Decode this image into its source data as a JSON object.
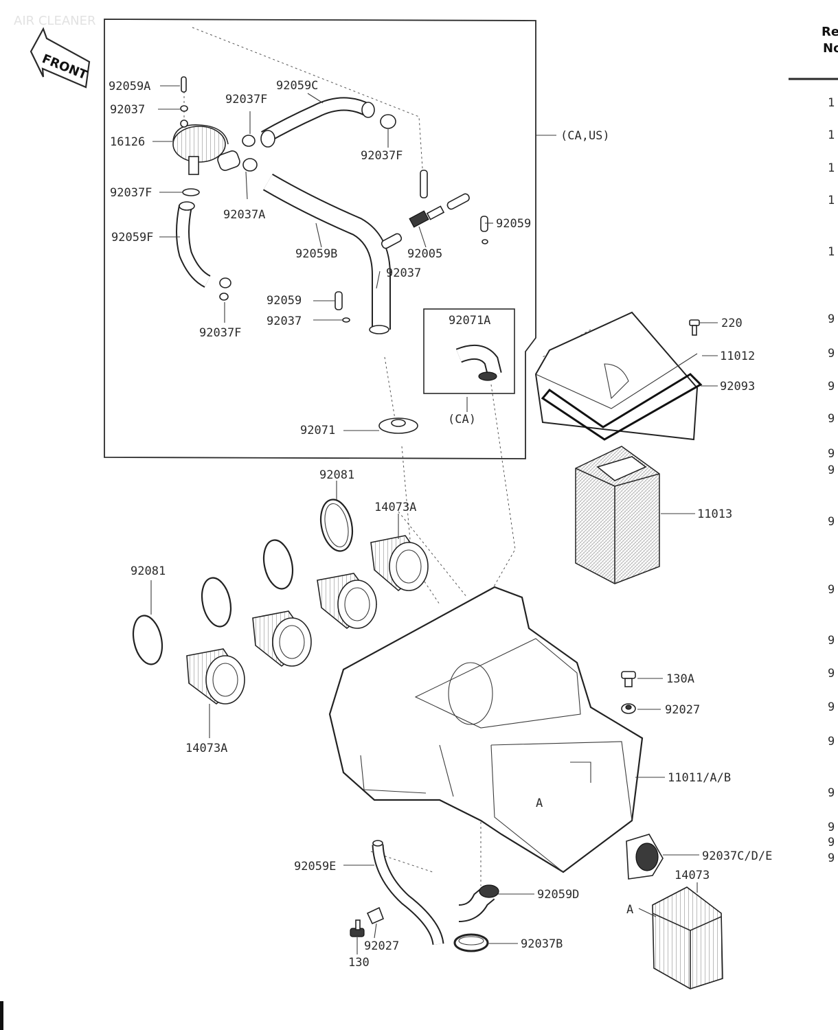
{
  "header": {
    "section_title": "AIR CLEANER",
    "front_badge": "FRONT",
    "column_header_line1": "Re",
    "column_header_line2": "No"
  },
  "callouts": {
    "c92059A": "92059A",
    "c92037_top": "92037",
    "c16126": "16126",
    "c92037F_a": "92037F",
    "c92059F": "92059F",
    "c92037F_b": "92037F",
    "c92037F_c": "92037F",
    "c92059C": "92059C",
    "c92037F_d": "92037F",
    "c92037A": "92037A",
    "c92059B": "92059B",
    "c92005": "92005",
    "c92037_mid": "92037",
    "c92059_right": "92059",
    "c92059_low": "92059",
    "c92037_low": "92037",
    "c_ca_us": "(CA,US)",
    "c92071A": "92071A",
    "c_ca": "(CA)",
    "c92071": "92071",
    "c220": "220",
    "c11012": "11012",
    "c92093": "92093",
    "c11013": "11013",
    "c92081_a": "92081",
    "c14073A_a": "14073A",
    "c92081_b": "92081",
    "c14073A_b": "14073A",
    "c130A": "130A",
    "c92027_a": "92027",
    "c11011": "11011/A/B",
    "c92037CDE": "92037C/D/E",
    "c14073": "14073",
    "c_A_a": "A",
    "c_A_b": "A",
    "c92059E": "92059E",
    "c92059D": "92059D",
    "c92037B": "92037B",
    "c92027_b": "92027",
    "c130": "130"
  },
  "ref_column": [
    "1",
    "1",
    "1",
    "1",
    "1",
    "9",
    "9",
    "9",
    "9",
    "9",
    "9",
    "9",
    "9",
    "9",
    "9",
    "9",
    "9",
    "9",
    "9",
    "9",
    "9"
  ]
}
